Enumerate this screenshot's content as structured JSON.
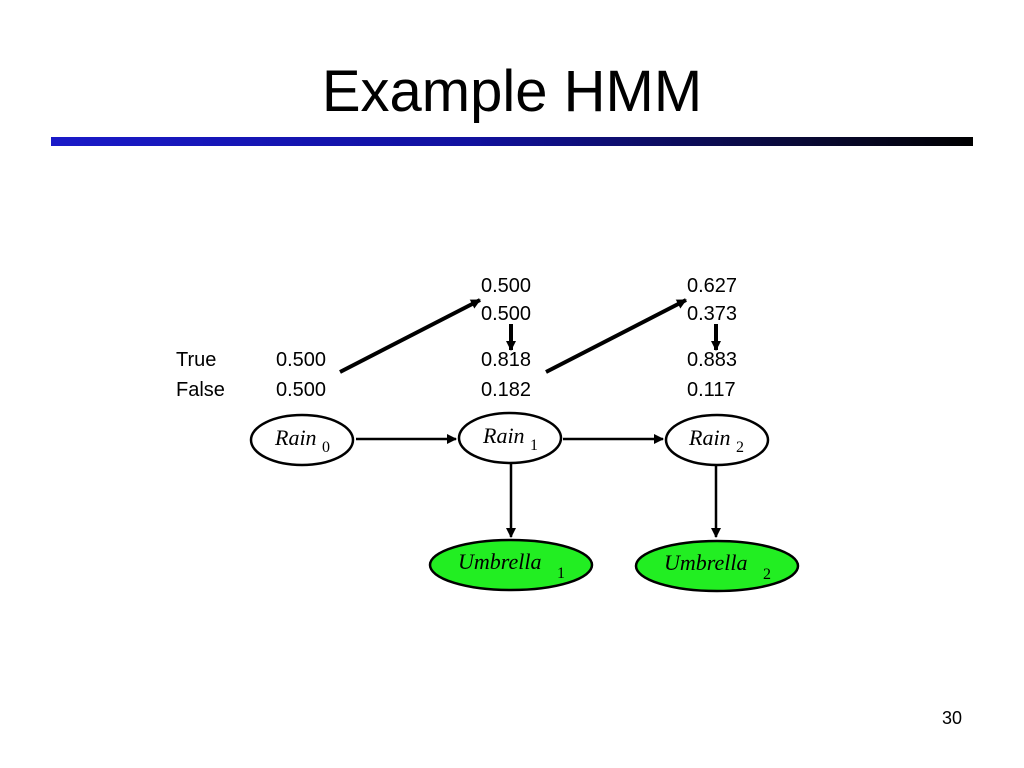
{
  "title": "Example HMM",
  "page_number": "30",
  "colors": {
    "title_rule_start": "#1a1ac8",
    "title_rule_end": "#000000",
    "evidence_fill": "#22ee22",
    "hidden_fill": "#ffffff"
  },
  "row_labels": {
    "true": "True",
    "false": "False"
  },
  "prior": {
    "true": "0.500",
    "false": "0.500"
  },
  "steps": [
    {
      "predicted": {
        "true": "0.500",
        "false": "0.500"
      },
      "filtered": {
        "true": "0.818",
        "false": "0.182"
      }
    },
    {
      "predicted": {
        "true": "0.627",
        "false": "0.373"
      },
      "filtered": {
        "true": "0.883",
        "false": "0.117"
      }
    }
  ],
  "nodes": {
    "rain0": {
      "name": "Rain",
      "sub": "0"
    },
    "rain1": {
      "name": "Rain",
      "sub": "1"
    },
    "rain2": {
      "name": "Rain",
      "sub": "2"
    },
    "umbrella1": {
      "name": "Umbrella",
      "sub": "1"
    },
    "umbrella2": {
      "name": "Umbrella",
      "sub": "2"
    }
  }
}
